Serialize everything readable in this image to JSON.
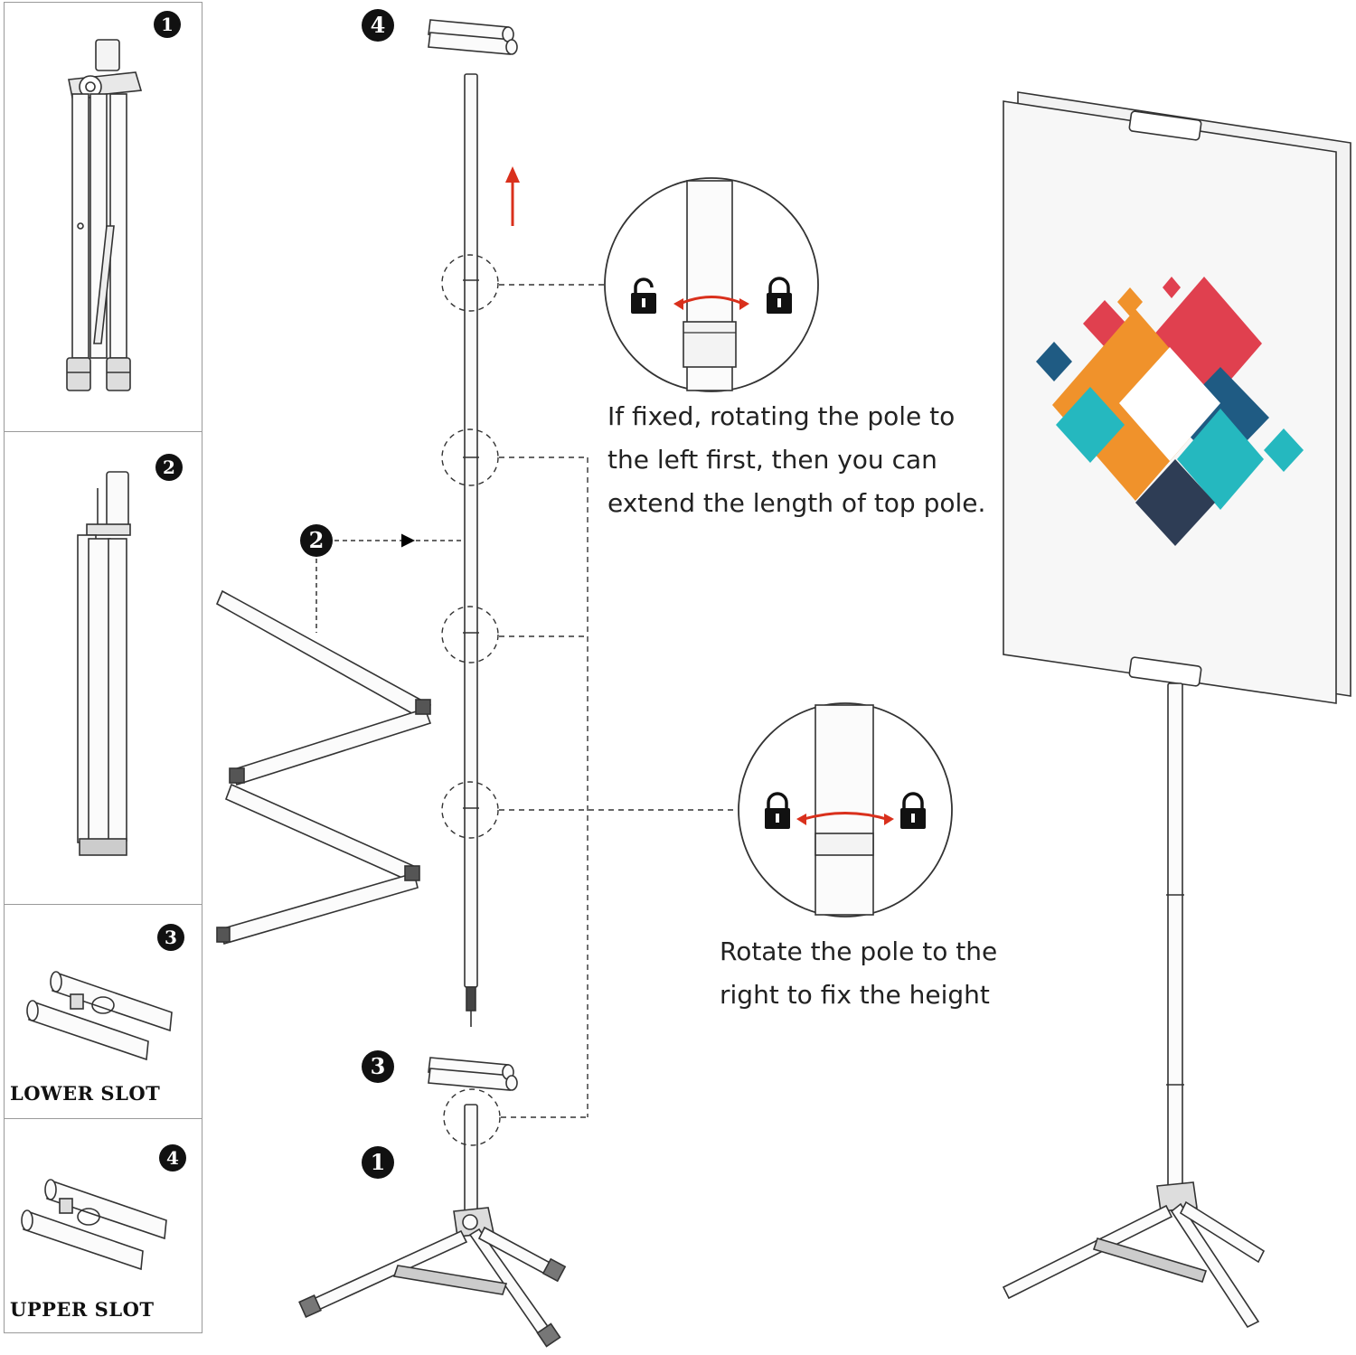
{
  "steps": {
    "panel_1": "1",
    "panel_2": "2",
    "panel_3": "3",
    "panel_4": "4",
    "top_part": "4",
    "middle_pole": "2",
    "lower_part": "3",
    "base_part": "1"
  },
  "slot_labels": {
    "lower": "LOWER SLOT",
    "upper": "UPPER SLOT"
  },
  "captions": {
    "top": [
      "If fixed, rotating the pole to",
      "the left first, then you can",
      "extend the length of top pole."
    ],
    "bottom": [
      "Rotate the pole to the",
      "right to fix the height"
    ]
  },
  "icons": [
    "open-lock-icon",
    "closed-lock-icon",
    "up-arrow-icon",
    "rotate-arrow-icon"
  ],
  "colors": {
    "accent_red": "#d9301c",
    "line": "#333333",
    "poster_red": "#e0404f",
    "poster_orange": "#f0922b",
    "poster_teal": "#25b8bf",
    "poster_navy": "#1f5b83",
    "poster_dark": "#2e3d55"
  }
}
